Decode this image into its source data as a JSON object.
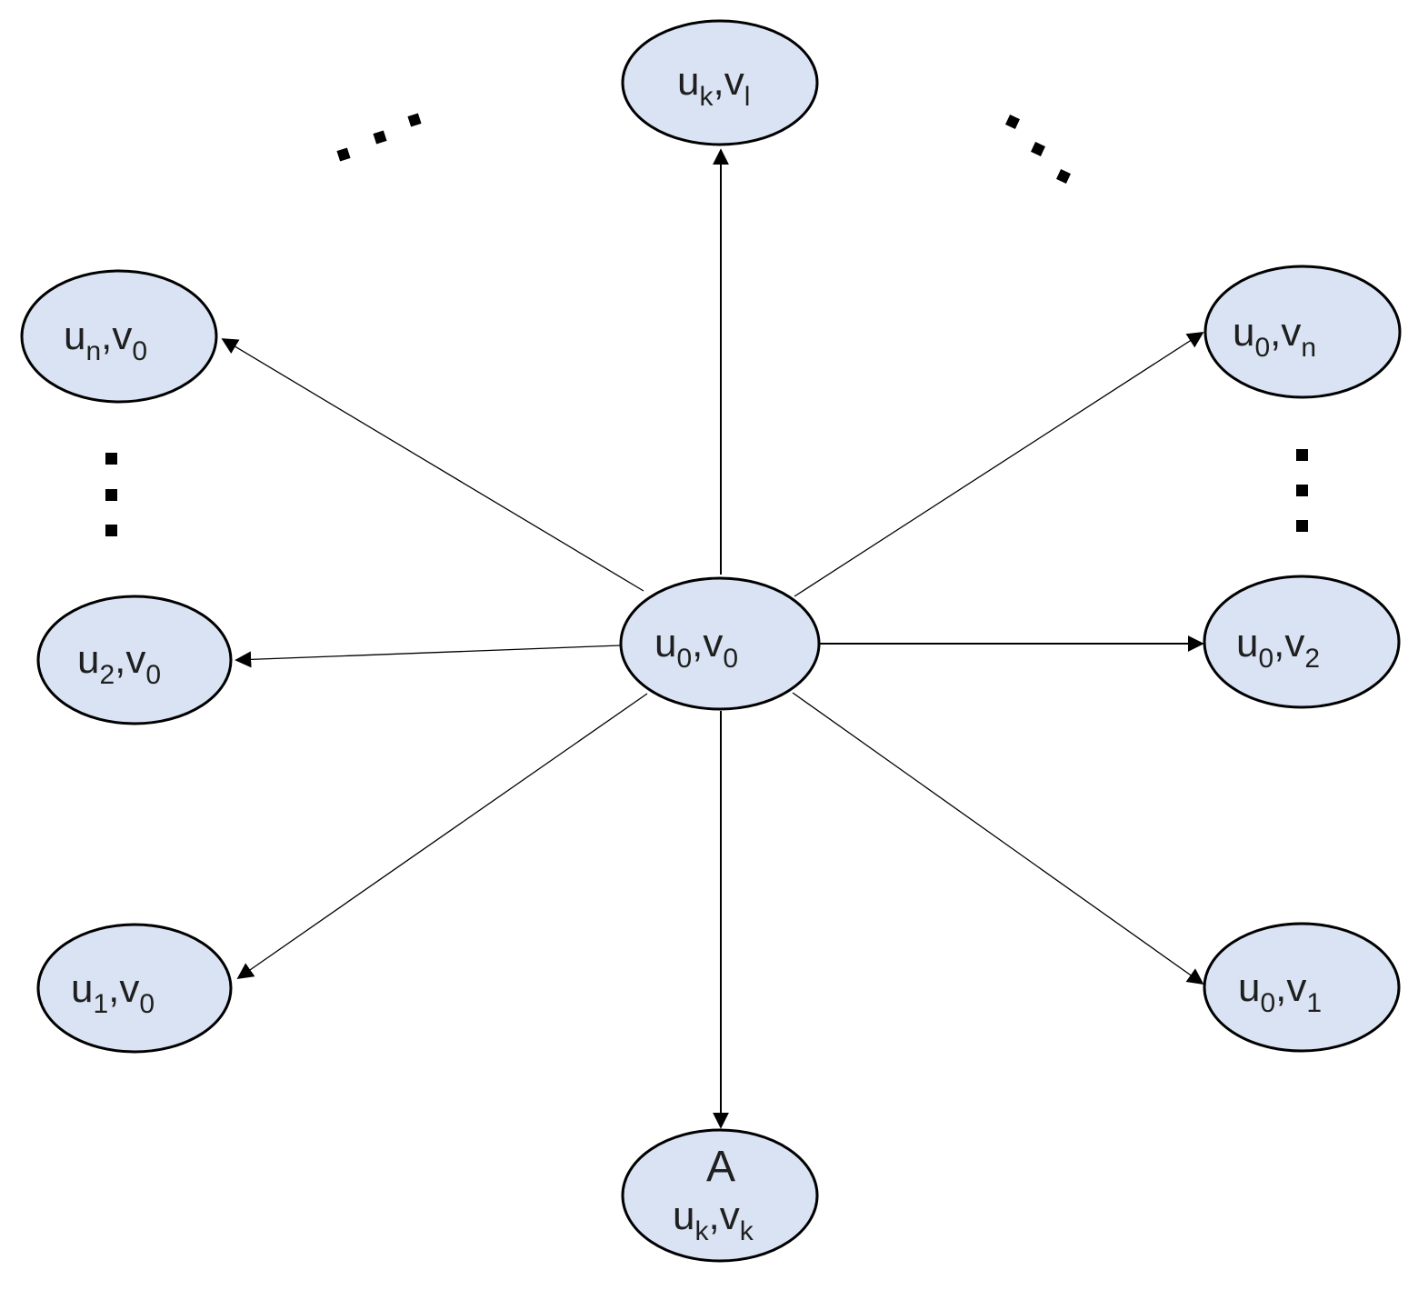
{
  "diagram": {
    "center": {
      "u": "0",
      "v": "0"
    },
    "nodes": {
      "top": {
        "u": "k",
        "v": "l"
      },
      "left_n": {
        "u": "n",
        "v": "0"
      },
      "left_2": {
        "u": "2",
        "v": "0"
      },
      "left_1": {
        "u": "1",
        "v": "0"
      },
      "right_n": {
        "u": "0",
        "v": "n"
      },
      "right_2": {
        "u": "0",
        "v": "2"
      },
      "right_1": {
        "u": "0",
        "v": "1"
      },
      "bottom": {
        "u": "k",
        "v": "k",
        "top_text": "A"
      }
    },
    "var_u": "u",
    "var_v": "v",
    "separator": ","
  }
}
